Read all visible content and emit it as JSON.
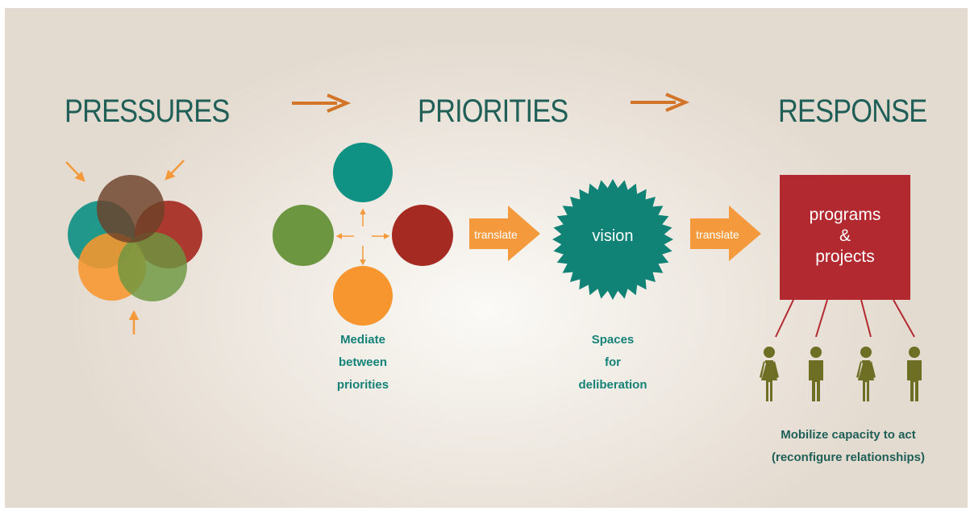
{
  "headings": {
    "pressures": "PRESSURES",
    "priorities": "PRIORITIES",
    "response": "RESPONSE"
  },
  "arrows": {
    "translate_1": "translate",
    "translate_2": "translate"
  },
  "vision_label": "vision",
  "response_box": {
    "line1": "programs",
    "line2": "&",
    "line3": "projects"
  },
  "captions": {
    "mediate": "Mediate\nbetween\npriorities",
    "spaces": "Spaces\nfor\ndeliberation",
    "mobilize": "Mobilize capacity to act\n(reconfigure relationships)"
  },
  "colors": {
    "heading": "#1f5f57",
    "caption": "#148277",
    "teal": "#0f9183",
    "red": "#a52a22",
    "green": "#6c9640",
    "orange": "#f7962e",
    "arrow_orange": "#f59a3c",
    "heading_arrow": "#d37529",
    "box_red": "#b22a30",
    "figure_olive": "#6e6e24",
    "brown": "#6d4128"
  }
}
